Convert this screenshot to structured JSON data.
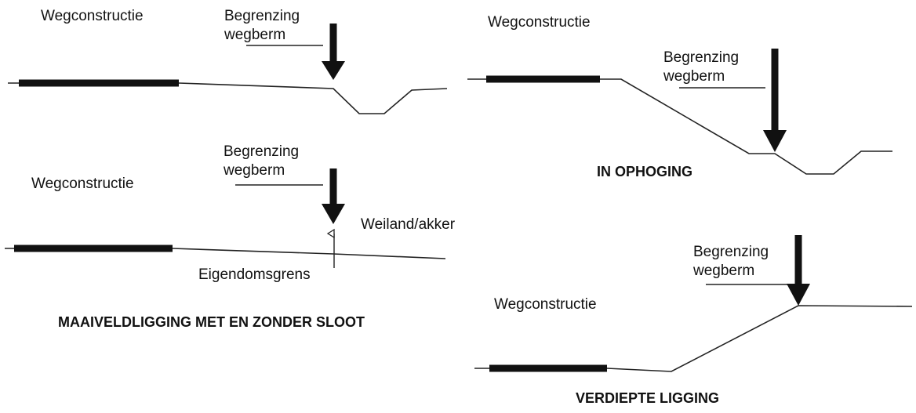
{
  "colors": {
    "ink": "#111111",
    "background": "#ffffff"
  },
  "panel_a": {
    "road_label": "Wegconstructie",
    "boundary_label_1": "Begrenzing",
    "boundary_label_2": "wegberm"
  },
  "panel_b": {
    "road_label": "Wegconstructie",
    "boundary_label_1": "Begrenzing",
    "boundary_label_2": "wegberm",
    "field_label": "Weiland/akker",
    "property_label": "Eigendomsgrens"
  },
  "panel_c": {
    "road_label": "Wegconstructie",
    "boundary_label_1": "Begrenzing",
    "boundary_label_2": "wegberm",
    "caption": "IN OPHOGING"
  },
  "panel_d": {
    "road_label": "Wegconstructie",
    "boundary_label_1": "Begrenzing",
    "boundary_label_2": "wegberm",
    "caption": "VERDIEPTE LIGGING"
  },
  "left_caption": "MAAIVELDLIGGING MET EN ZONDER SLOOT"
}
